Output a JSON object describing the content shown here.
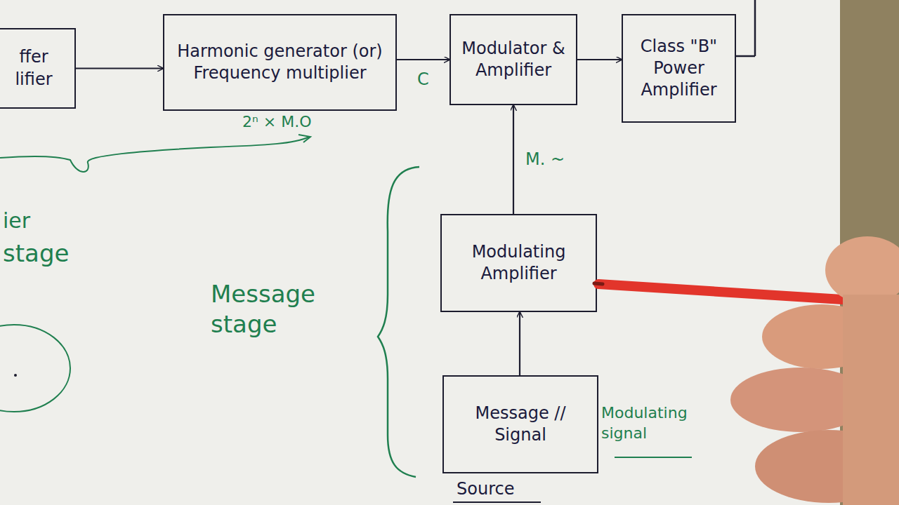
{
  "diagram": {
    "nodes": [
      {
        "text": [
          "ffer lifier"
        ]
      },
      {
        "text": [
          "Harmonic generator (or) Frequency multiplier"
        ]
      },
      {
        "text": [
          "Modulator & Amplifier"
        ]
      },
      {
        "text": [
          "Class \"B\" Power Amplifier"
        ]
      },
      {
        "text": [
          "Modulating Amplifier"
        ]
      },
      {
        "text": [
          "Message // Signal",
          "Modulating signal"
        ]
      }
    ],
    "edges": [
      {
        "from": 0,
        "to": 1,
        "arrow": "to"
      },
      {
        "from": 1,
        "to": 2,
        "arrow": "to",
        "label": "C"
      },
      {
        "from": 2,
        "to": 3,
        "arrow": "to"
      },
      {
        "from": 4,
        "to": 2,
        "arrow": "to",
        "label": "M. ~"
      },
      {
        "from": 5,
        "to": 4,
        "arrow": "to"
      }
    ],
    "labels": [
      "2ⁿ × M.O",
      "ier",
      "stage",
      "Message stage",
      "Source"
    ]
  }
}
